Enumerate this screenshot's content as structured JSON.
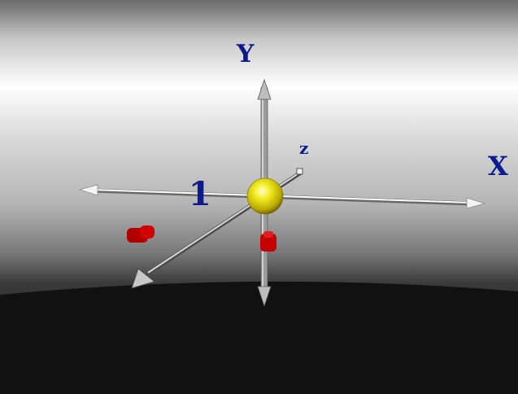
{
  "scene": {
    "axes": {
      "x_label": "X",
      "y_label": "Y",
      "z_label": "z"
    },
    "annotation_label": "1",
    "colors": {
      "axis_label": "#0b1a8f",
      "origin_sphere": "#e8e000",
      "marker": "#c40000",
      "sky_top": "#6e6e6e",
      "sky_band": "#ffffff",
      "ground": "#101010"
    }
  }
}
